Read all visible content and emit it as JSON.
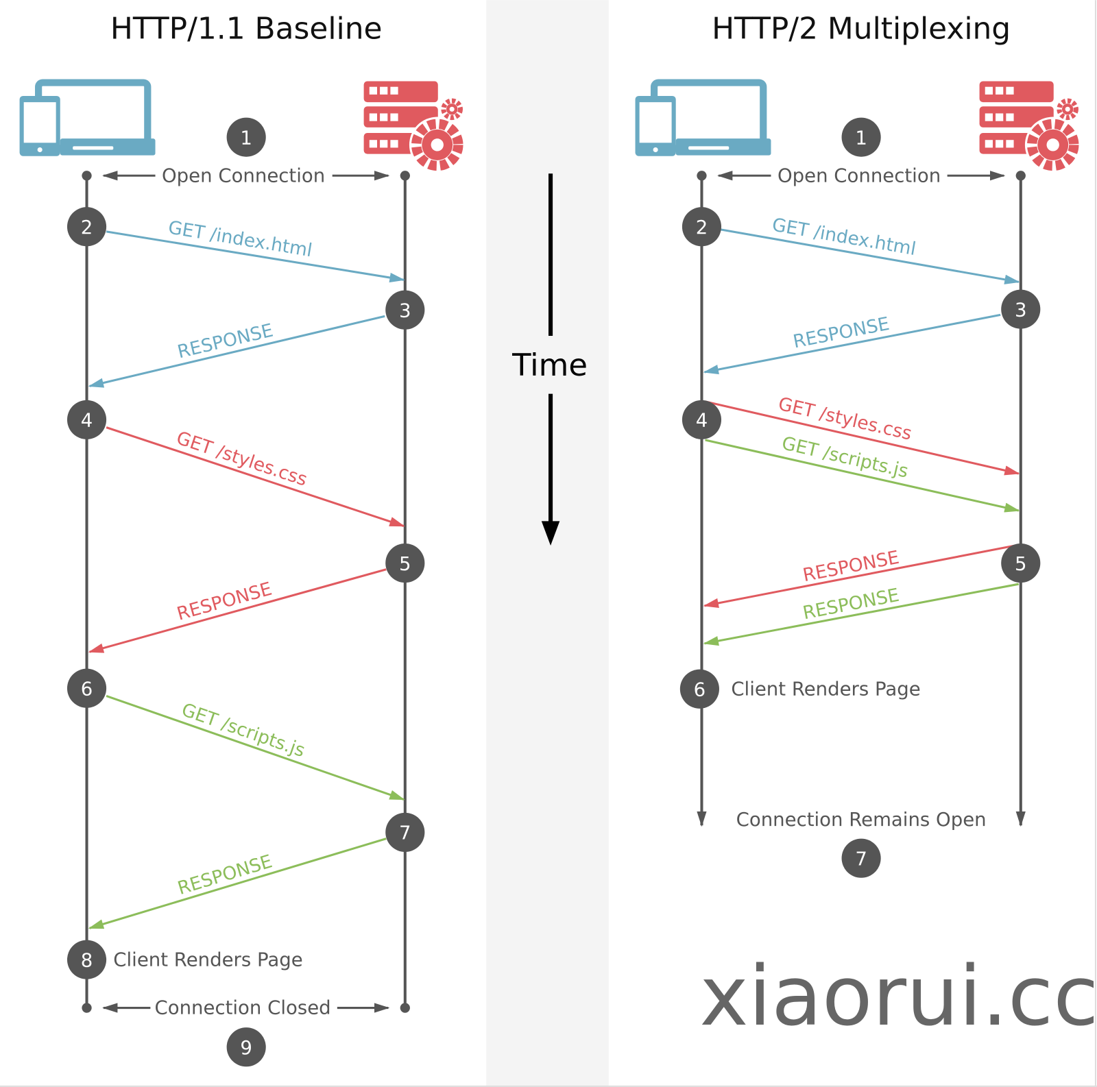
{
  "colors": {
    "blue": "#6aaac3",
    "red": "#e05a5f",
    "green": "#8cbd5a",
    "step": "#555555",
    "line": "#555555",
    "band": "#f4f4f4"
  },
  "center": {
    "time_label": "Time"
  },
  "watermark": "xiaorui.cc",
  "http1": {
    "title": "HTTP/1.1 Baseline",
    "open_label": "Open Connection",
    "closed_label": "Connection Closed",
    "render_label": "Client Renders Page",
    "steps": [
      "1",
      "2",
      "3",
      "4",
      "5",
      "6",
      "7",
      "8",
      "9"
    ],
    "messages": [
      {
        "text": "GET /index.html",
        "color": "blue"
      },
      {
        "text": "RESPONSE",
        "color": "blue"
      },
      {
        "text": "GET /styles.css",
        "color": "red"
      },
      {
        "text": "RESPONSE",
        "color": "red"
      },
      {
        "text": "GET /scripts.js",
        "color": "green"
      },
      {
        "text": "RESPONSE",
        "color": "green"
      }
    ]
  },
  "http2": {
    "title": "HTTP/2 Multiplexing",
    "open_label": "Open Connection",
    "remains_label": "Connection Remains Open",
    "render_label": "Client Renders Page",
    "steps": [
      "1",
      "2",
      "3",
      "4",
      "5",
      "6",
      "7"
    ],
    "messages": [
      {
        "text": "GET /index.html",
        "color": "blue"
      },
      {
        "text": "RESPONSE",
        "color": "blue"
      },
      {
        "text": "GET /styles.css",
        "color": "red"
      },
      {
        "text": "GET /scripts.js",
        "color": "green"
      },
      {
        "text": "RESPONSE",
        "color": "red"
      },
      {
        "text": "RESPONSE",
        "color": "green"
      }
    ]
  }
}
